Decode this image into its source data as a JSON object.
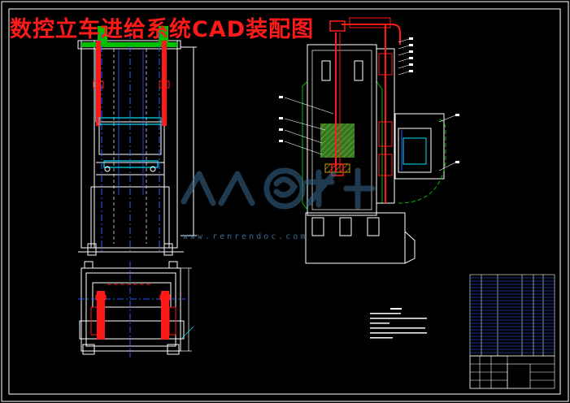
{
  "drawing": {
    "title": "数控立车进给系统CAD装配图",
    "watermark": "www.renrendoc.com",
    "watermark_logo_text": "人人文库"
  },
  "colors": {
    "background": "#000000",
    "frame": "#ffffff",
    "part_red": "#ff1a1a",
    "part_green": "#00c000",
    "part_cyan": "#00e0ff",
    "centerline_blue": "#2a5cff",
    "section_hatch": "#c8a000",
    "watermark": "#3a6a90"
  }
}
